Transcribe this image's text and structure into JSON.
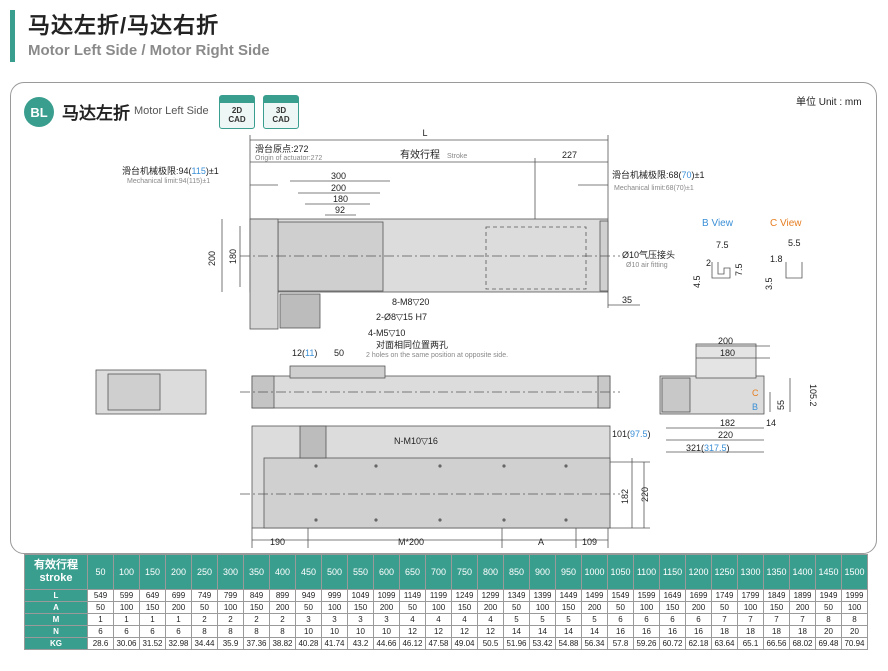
{
  "header": {
    "title_cn": "马达左折/马达右折",
    "title_en": "Motor Left Side / Motor Right Side"
  },
  "model": {
    "badge": "BL",
    "title_cn": "马达左折",
    "title_en": "Motor Left Side"
  },
  "cad": [
    {
      "top": "2D",
      "bottom": "CAD"
    },
    {
      "top": "3D",
      "bottom": "CAD"
    }
  ],
  "unit_label": "单位 Unit : mm",
  "colors": {
    "accent": "#3a9e8f",
    "blue": "#3a8fd6",
    "orange": "#e67e22"
  },
  "drawing": {
    "L": "L",
    "origin_cn": "滑台原点:272",
    "origin_en": "Origin of actuator:272",
    "stroke_cn": "有效行程",
    "stroke_en": "Stroke",
    "dim_227": "227",
    "mech_left_cn_a": "滑台机械极限:94(",
    "mech_left_cn_b": "115",
    "mech_left_cn_c": ")±1",
    "mech_left_en": "Mechanical limit:94(115)±1",
    "mech_right_cn_a": "滑台机械极限:68(",
    "mech_right_cn_b": "70",
    "mech_right_cn_c": ")±1",
    "mech_right_en": "Mechanical limit:68(70)±1",
    "d300": "300",
    "d200a": "200",
    "d180a": "180",
    "d92": "92",
    "v200": "200",
    "v180": "180",
    "holes1": "8-M8▽20",
    "holes2": "2-Ø8▽15 H7",
    "holes3": "4-M5▽10",
    "air_cn": "Ø10气压接头",
    "air_en": "Ø10 air fitting",
    "d35": "35",
    "bview": "B View",
    "cview": "C View",
    "b75": "7.5",
    "b2": "2",
    "b75v": "7.5",
    "b45": "4.5",
    "c55": "5.5",
    "c18": "1.8",
    "c35": "3.5",
    "d12a": "12(",
    "d12b": "11",
    "d12c": ")",
    "d50": "50",
    "opp_cn": "对面相同位置两孔",
    "opp_en": "2 holes on the same position at opposite side.",
    "e200": "200",
    "e180": "180",
    "e1052": "105.2",
    "e55": "55",
    "e182": "182",
    "e14": "14",
    "e220": "220",
    "e101a": "101(",
    "e101b": "97.5",
    "e101c": ")",
    "e321a": "321(",
    "e321b": "317.5",
    "e321c": ")",
    "nm": "N-M10▽16",
    "f182": "182",
    "f220": "220",
    "f190": "190",
    "fm": "M*200",
    "fa": "A",
    "f109": "109",
    "labelC": "C",
    "labelB": "B"
  },
  "spec_table": {
    "header": {
      "cn": "有效行程",
      "en": "stroke"
    },
    "strokes": [
      "50",
      "100",
      "150",
      "200",
      "250",
      "300",
      "350",
      "400",
      "450",
      "500",
      "550",
      "600",
      "650",
      "700",
      "750",
      "800",
      "850",
      "900",
      "950",
      "1000",
      "1050",
      "1100",
      "1150",
      "1200",
      "1250",
      "1300",
      "1350",
      "1400",
      "1450",
      "1500"
    ],
    "rows": [
      {
        "label": "L",
        "values": [
          "549",
          "599",
          "649",
          "699",
          "749",
          "799",
          "849",
          "899",
          "949",
          "999",
          "1049",
          "1099",
          "1149",
          "1199",
          "1249",
          "1299",
          "1349",
          "1399",
          "1449",
          "1499",
          "1549",
          "1599",
          "1649",
          "1699",
          "1749",
          "1799",
          "1849",
          "1899",
          "1949",
          "1999"
        ]
      },
      {
        "label": "A",
        "values": [
          "50",
          "100",
          "150",
          "200",
          "50",
          "100",
          "150",
          "200",
          "50",
          "100",
          "150",
          "200",
          "50",
          "100",
          "150",
          "200",
          "50",
          "100",
          "150",
          "200",
          "50",
          "100",
          "150",
          "200",
          "50",
          "100",
          "150",
          "200",
          "50",
          "100"
        ]
      },
      {
        "label": "M",
        "values": [
          "1",
          "1",
          "1",
          "1",
          "2",
          "2",
          "2",
          "2",
          "3",
          "3",
          "3",
          "3",
          "4",
          "4",
          "4",
          "4",
          "5",
          "5",
          "5",
          "5",
          "6",
          "6",
          "6",
          "6",
          "7",
          "7",
          "7",
          "7",
          "8",
          "8"
        ]
      },
      {
        "label": "N",
        "values": [
          "6",
          "6",
          "6",
          "6",
          "8",
          "8",
          "8",
          "8",
          "10",
          "10",
          "10",
          "10",
          "12",
          "12",
          "12",
          "12",
          "14",
          "14",
          "14",
          "14",
          "16",
          "16",
          "16",
          "16",
          "18",
          "18",
          "18",
          "18",
          "20",
          "20"
        ]
      },
      {
        "label": "KG",
        "values": [
          "28.6",
          "30.06",
          "31.52",
          "32.98",
          "34.44",
          "35.9",
          "37.36",
          "38.82",
          "40.28",
          "41.74",
          "43.2",
          "44.66",
          "46.12",
          "47.58",
          "49.04",
          "50.5",
          "51.96",
          "53.42",
          "54.88",
          "56.34",
          "57.8",
          "59.26",
          "60.72",
          "62.18",
          "63.64",
          "65.1",
          "66.56",
          "68.02",
          "69.48",
          "70.94"
        ]
      }
    ]
  }
}
